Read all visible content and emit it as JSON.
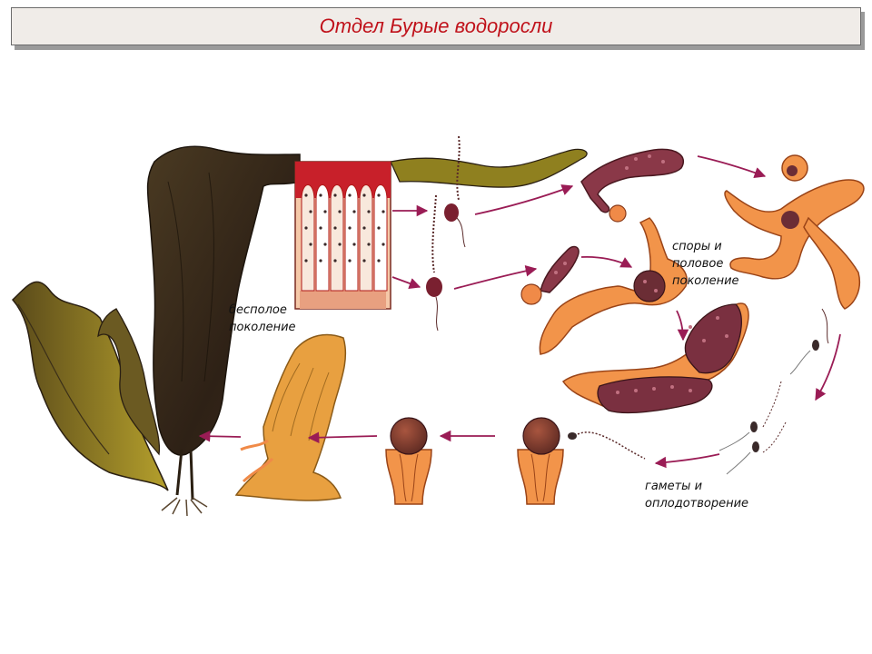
{
  "title": "Отдел Бурые водоросли",
  "labels": {
    "asexual_line1": "бесполое",
    "asexual_line2": "поколение",
    "spores_line1": "споры и",
    "spores_line2": "половое",
    "spores_line3": "поколение",
    "gametes_line1": "гаметы и",
    "gametes_line2": "оплодотворение"
  },
  "colors": {
    "title": "#c0121b",
    "kelp_dark": "#3b2a1c",
    "kelp_olive": "#8a7a1e",
    "orange": "#f2944a",
    "sporangium": "#7a3040",
    "arrow": "#9a1c55"
  }
}
